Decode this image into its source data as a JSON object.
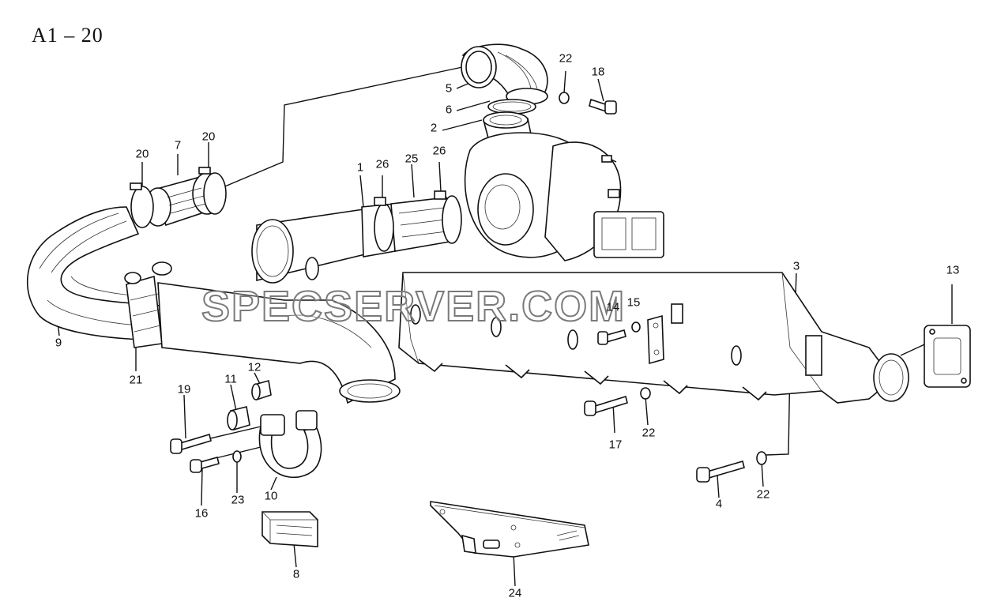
{
  "diagram": {
    "page_code": "A1 – 20",
    "watermark": "SPECSERVER.COM",
    "callouts": {
      "c1": "1",
      "c2": "2",
      "c3": "3",
      "c4": "4",
      "c5": "5",
      "c6": "6",
      "c7": "7",
      "c8": "8",
      "c9": "9",
      "c10": "10",
      "c11": "11",
      "c12": "12",
      "c13": "13",
      "c14": "14",
      "c15": "15",
      "c16": "16",
      "c17": "17",
      "c18": "18",
      "c19": "19",
      "c20a": "20",
      "c20b": "20",
      "c21": "21",
      "c22a": "22",
      "c22b": "22",
      "c22c": "22",
      "c23": "23",
      "c24": "24",
      "c25": "25",
      "c26a": "26",
      "c26b": "26"
    }
  }
}
